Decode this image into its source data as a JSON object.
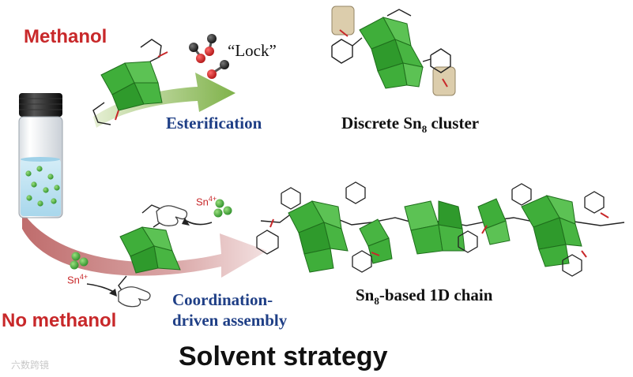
{
  "labels": {
    "methanol": "Methanol",
    "no_methanol": "No methanol",
    "lock": "“Lock”",
    "esterification": "Esterification",
    "coordination_line1": "Coordination-",
    "coordination_line2": "driven assembly",
    "discrete_prefix": "Discrete Sn",
    "discrete_sub": "8",
    "discrete_suffix": " cluster",
    "chain_prefix": "Sn",
    "chain_sub": "8",
    "chain_suffix": "-based 1D chain",
    "title": "Solvent strategy",
    "sn_ion": "Sn",
    "sn_charge": "4+",
    "watermark": "六数跨镜"
  },
  "colors": {
    "methanol_red": "#c8282a",
    "label_blue": "#1f3f86",
    "polyhedron_green": "#3fae3a",
    "arrow_green": "#7fb24a",
    "arrow_pink": "#c97a7a",
    "liquid_blue": "#bfe3f3"
  },
  "icons": {
    "vial": "vial-icon",
    "hand": "hand-icon",
    "methanol_molecule": "methanol-molecule-icon",
    "sn_ion": "sn-ion-icon"
  }
}
